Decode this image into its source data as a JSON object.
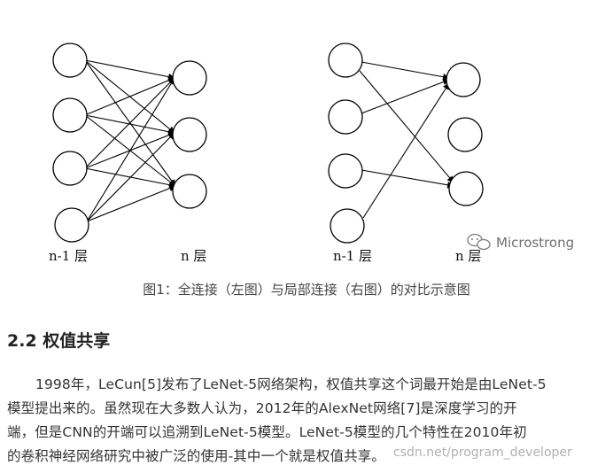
{
  "figure": {
    "left_diagram": {
      "label_prev": "n-1 层",
      "label_next": "n 层"
    },
    "right_diagram": {
      "label_prev": "n-1 层",
      "label_next": "n 层"
    },
    "watermark": "Microstrong",
    "watermark_icon": "chat-bubbles-icon",
    "caption": "图1：全连接（左图）与局部连接（右图）的对比示意图"
  },
  "section": {
    "heading": "2.2 权值共享",
    "paragraph_lines": [
      "1998年，LeCun[5]发布了LeNet-5网络架构，权值共享这个词最开始是由LeNet-5",
      "模型提出来的。虽然现在大多数人认为，2012年的AlexNet网络[7]是深度学习的开",
      "端，但是CNN的开端可以追溯到LeNet-5模型。LeNet-5模型的几个特性在2010年初",
      "的卷积神经网络研究中被广泛的使用-其中一个就是权值共享。"
    ]
  },
  "source_watermark": "csdn.net/program_developer"
}
